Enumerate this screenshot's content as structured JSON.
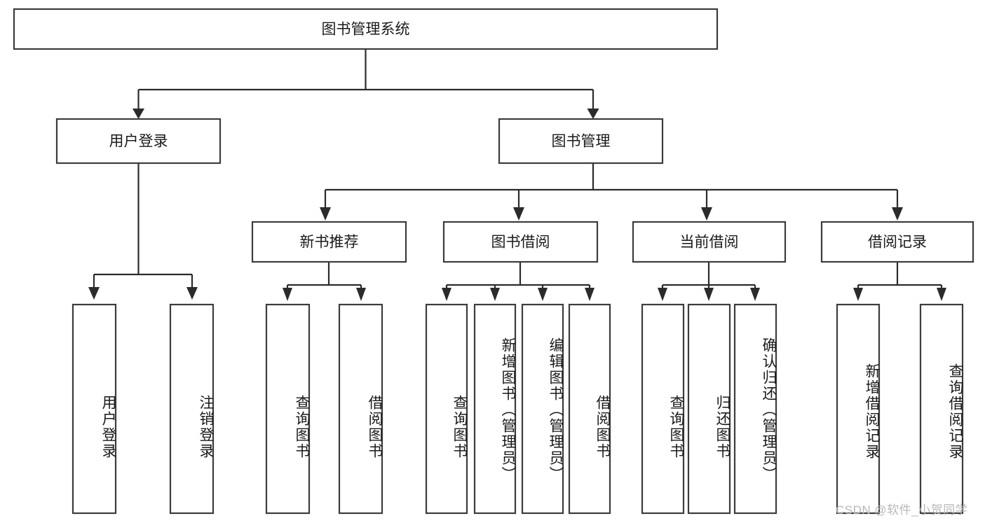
{
  "diagram": {
    "type": "tree",
    "title": "图书管理系统",
    "orientation": "top-down",
    "colors": {
      "box_stroke": "#3c3c3c",
      "connector": "#2b2b2b",
      "box_fill": "#ffffff",
      "text": "#1a1a1a",
      "watermark": "#b7b7b7",
      "background": "#ffffff"
    },
    "root": {
      "label": "图书管理系统"
    },
    "level2": [
      {
        "label": "用户登录"
      },
      {
        "label": "图书管理"
      }
    ],
    "level3": [
      {
        "label": "新书推荐"
      },
      {
        "label": "图书借阅"
      },
      {
        "label": "当前借阅"
      },
      {
        "label": "借阅记录"
      }
    ],
    "leaves": {
      "user_login": [
        {
          "label": "用户登录"
        },
        {
          "label": "注销登录"
        }
      ],
      "new_book_recommend": [
        {
          "label": "查询图书"
        },
        {
          "label": "借阅图书"
        }
      ],
      "book_borrow": [
        {
          "label": "查询图书"
        },
        {
          "label": "新增图书（管理员）"
        },
        {
          "label": "编辑图书（管理员）"
        },
        {
          "label": "借阅图书"
        }
      ],
      "current_borrow": [
        {
          "label": "查询图书"
        },
        {
          "label": "归还图书"
        },
        {
          "label": "确认归还（管理员）"
        }
      ],
      "borrow_record": [
        {
          "label": "新增借阅记录"
        },
        {
          "label": "查询借阅记录"
        }
      ]
    }
  },
  "watermark": {
    "text": "CSDN @软件_小贺同学"
  }
}
